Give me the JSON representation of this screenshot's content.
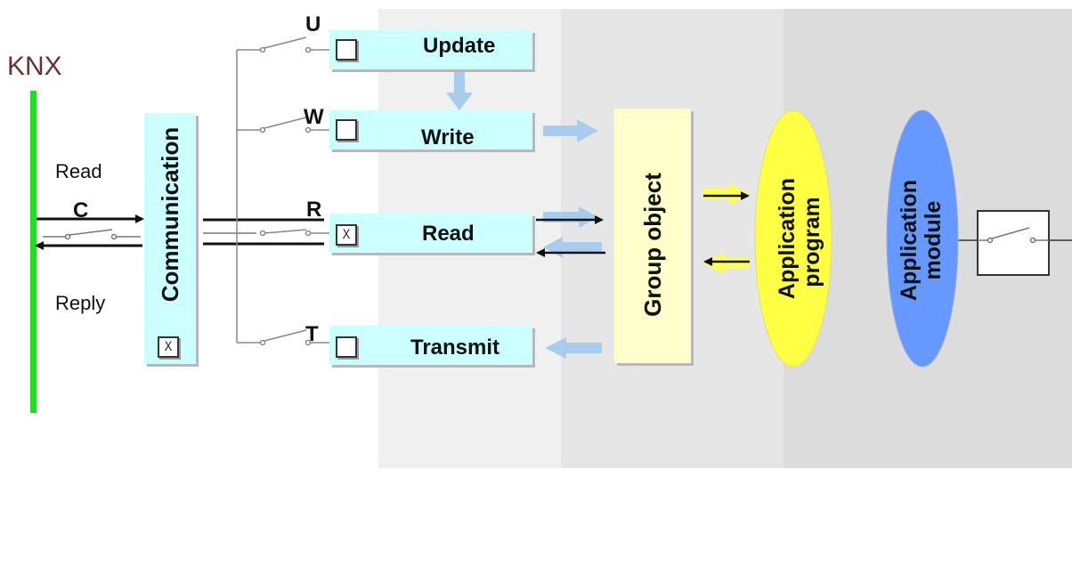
{
  "bus": {
    "label": "KNX",
    "color": "#22dd22"
  },
  "telegrams": {
    "read": "Read",
    "reply": "Reply",
    "c_flag": "C"
  },
  "communication": {
    "label": "Communication",
    "checkbox": "X"
  },
  "flags": [
    {
      "letter": "U",
      "label": "Update",
      "checked": false
    },
    {
      "letter": "W",
      "label": "Write",
      "checked": false
    },
    {
      "letter": "R",
      "label": "Read",
      "checked": true,
      "mark": "X"
    },
    {
      "letter": "T",
      "label": "Transmit",
      "checked": false
    }
  ],
  "group_object": {
    "label": "Group object",
    "color": "#ffffcc"
  },
  "application_program": {
    "label_line1": "Application",
    "label_line2": "program",
    "color": "#ffff44"
  },
  "application_module": {
    "label_line1": "Application",
    "label_line2": "module",
    "color": "#6699ff"
  },
  "colors": {
    "flag_fill": "#ccffff",
    "arrow_blue": "#a8ccee",
    "arrow_yellow": "#ffff55",
    "zone_light": "#f0f0f0",
    "zone_mid": "#e6e6e6",
    "zone_dark": "#dddddd"
  }
}
